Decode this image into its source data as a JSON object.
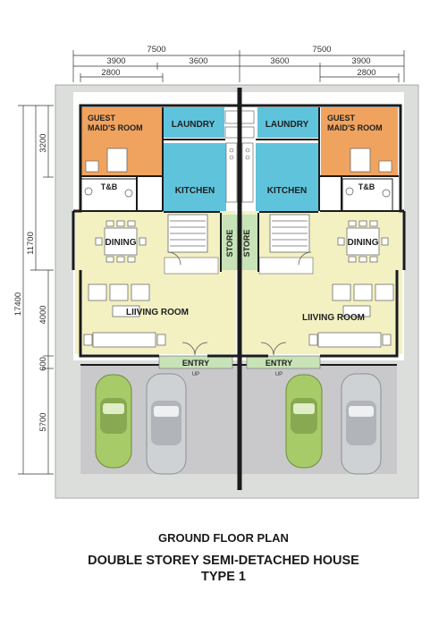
{
  "dimensions": {
    "top_total_left": "7500",
    "top_total_right": "7500",
    "top_mid_left": [
      "3900",
      "3600"
    ],
    "top_mid_right": [
      "3600",
      "3900"
    ],
    "top_small_left": "2800",
    "top_small_right": "2800",
    "left_total": "17400",
    "left_upper": "11700",
    "left_3200": "3200",
    "left_4000": "4000",
    "left_600": "600",
    "left_5700": "5700"
  },
  "rooms": {
    "guest_maids_room_line1": "GUEST",
    "guest_maids_room_line2": "MAID'S ROOM",
    "laundry": "LAUNDRY",
    "kitchen": "KITCHEN",
    "tb": "T&B",
    "dining": "DINING",
    "store": "STORE",
    "living_room": "LIIVING ROOM",
    "entry": "ENTRY",
    "up": "UP"
  },
  "colors": {
    "guest_room": "#f0a35e",
    "laundry_kitchen": "#5fc3dc",
    "living_dining": "#f3f0c2",
    "store": "#c7e3b7",
    "carporch": "#c9c9cb",
    "walls": "#1b1b1b",
    "site": "#dcdedb",
    "car_green": "#a8cb6a",
    "car_silver": "#cfd2d4"
  },
  "captions": {
    "plan_title": "GROUND FLOOR PLAN",
    "house_title": "DOUBLE STOREY SEMI-DETACHED HOUSE",
    "type": "TYPE 1"
  }
}
